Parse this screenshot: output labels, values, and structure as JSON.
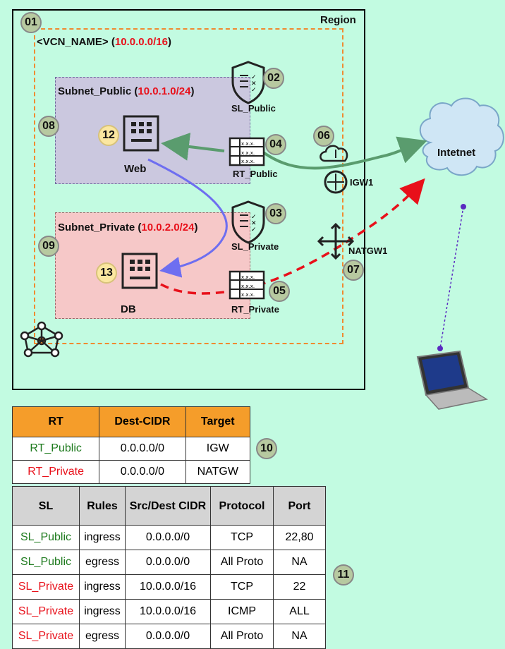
{
  "region_label": "Region",
  "vcn": {
    "name": "<VCN_NAME>",
    "cidr": "10.0.0.0/16"
  },
  "subnet_public": {
    "name": "Subnet_Public",
    "cidr": "10.0.1.0/24"
  },
  "subnet_private": {
    "name": "Subnet_Private",
    "cidr": "10.0.2.0/24"
  },
  "components": {
    "web": "Web",
    "db": "DB",
    "sl_public": "SL_Public",
    "sl_private": "SL_Private",
    "rt_public": "RT_Public",
    "rt_private": "RT_Private",
    "igw": "IGW1",
    "natgw": "NATGW1",
    "internet": "Intetnet"
  },
  "badges": {
    "b01": "01",
    "b02": "02",
    "b03": "03",
    "b04": "04",
    "b05": "05",
    "b06": "06",
    "b07": "07",
    "b08": "08",
    "b09": "09",
    "b10": "10",
    "b11": "11",
    "b12": "12",
    "b13": "13"
  },
  "rt_table": {
    "headers": [
      "RT",
      "Dest-CIDR",
      "Target"
    ],
    "rows": [
      [
        "RT_Public",
        "0.0.0.0/0",
        "IGW"
      ],
      [
        "RT_Private",
        "0.0.0.0/0",
        "NATGW"
      ]
    ]
  },
  "sl_table": {
    "headers": [
      "SL",
      "Rules",
      "Src/Dest CIDR",
      "Protocol",
      "Port"
    ],
    "rows": [
      [
        "SL_Public",
        "ingress",
        "0.0.0.0/0",
        "TCP",
        "22,80"
      ],
      [
        "SL_Public",
        "egress",
        "0.0.0.0/0",
        "All Proto",
        "NA"
      ],
      [
        "SL_Private",
        "ingress",
        "10.0.0.0/16",
        "TCP",
        "22"
      ],
      [
        "SL_Private",
        "ingress",
        "10.0.0.0/16",
        "ICMP",
        "ALL"
      ],
      [
        "SL_Private",
        "egress",
        "0.0.0.0/0",
        "All Proto",
        "NA"
      ]
    ]
  },
  "colors": {
    "public": "#1d7a1d",
    "private": "#e8101a",
    "accent_cidr": "#e8101a",
    "table_header": "#f59d2a"
  }
}
